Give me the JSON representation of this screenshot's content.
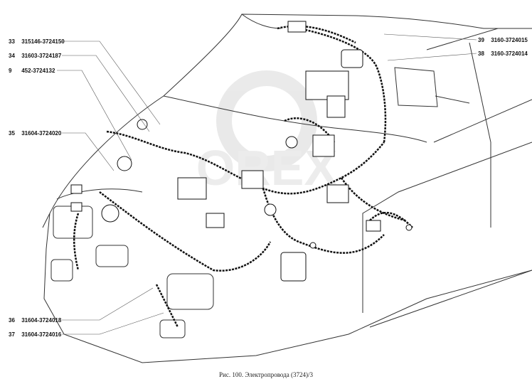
{
  "callouts_left": [
    {
      "num": "33",
      "code": "315146-3724150"
    },
    {
      "num": "34",
      "code": "31603-3724187"
    },
    {
      "num": "9",
      "code": "452-3724132"
    },
    {
      "num": "35",
      "code": "31604-3724020"
    },
    {
      "num": "36",
      "code": "31604-3724018"
    },
    {
      "num": "37",
      "code": "31604-3724016"
    }
  ],
  "callouts_right": [
    {
      "num": "39",
      "code": "3160-3724015"
    },
    {
      "num": "38",
      "code": "3160-3724014"
    }
  ],
  "caption": "Рис. 100. Электропровода (3724)/3",
  "watermark": "OREX"
}
